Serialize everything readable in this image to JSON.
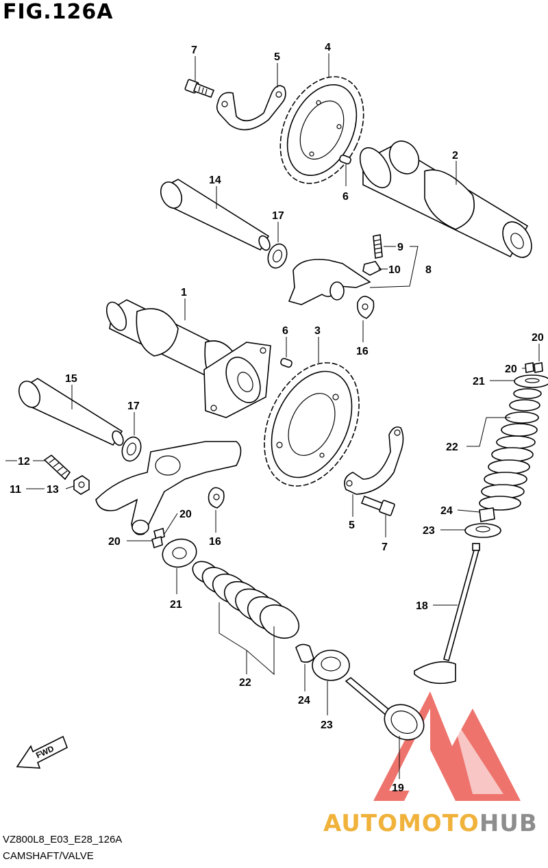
{
  "figure": {
    "title": "FIG.126A",
    "model_code": "VZ800L8_E03_E28_126A",
    "section_name": "CAMSHAFT/VALVE",
    "direction_label": "FWD"
  },
  "watermark": {
    "brand_part1": "AUTOMOTO",
    "brand_part2": "HUB",
    "color_primary": "#f0b23a",
    "color_secondary": "#8d8d8d",
    "logo_color": "#e8453c"
  },
  "callouts": [
    {
      "id": "c7a",
      "text": "7"
    },
    {
      "id": "c5a",
      "text": "5"
    },
    {
      "id": "c4",
      "text": "4"
    },
    {
      "id": "c2",
      "text": "2"
    },
    {
      "id": "c6a",
      "text": "6"
    },
    {
      "id": "c14",
      "text": "14"
    },
    {
      "id": "c17a",
      "text": "17"
    },
    {
      "id": "c9",
      "text": "9"
    },
    {
      "id": "c10",
      "text": "10"
    },
    {
      "id": "c8",
      "text": "8"
    },
    {
      "id": "c16a",
      "text": "16"
    },
    {
      "id": "c1",
      "text": "1"
    },
    {
      "id": "c6b",
      "text": "6"
    },
    {
      "id": "c3",
      "text": "3"
    },
    {
      "id": "c20a",
      "text": "20"
    },
    {
      "id": "c20b",
      "text": "20"
    },
    {
      "id": "c21a",
      "text": "21"
    },
    {
      "id": "c15",
      "text": "15"
    },
    {
      "id": "c17b",
      "text": "17"
    },
    {
      "id": "c12",
      "text": "12"
    },
    {
      "id": "c11",
      "text": "11"
    },
    {
      "id": "c13",
      "text": "13"
    },
    {
      "id": "c20c",
      "text": "20"
    },
    {
      "id": "c20d",
      "text": "20"
    },
    {
      "id": "c16b",
      "text": "16"
    },
    {
      "id": "c5b",
      "text": "5"
    },
    {
      "id": "c7b",
      "text": "7"
    },
    {
      "id": "c22a",
      "text": "22"
    },
    {
      "id": "c24a",
      "text": "24"
    },
    {
      "id": "c23a",
      "text": "23"
    },
    {
      "id": "c18",
      "text": "18"
    },
    {
      "id": "c21b",
      "text": "21"
    },
    {
      "id": "c22b",
      "text": "22"
    },
    {
      "id": "c24b",
      "text": "24"
    },
    {
      "id": "c23b",
      "text": "23"
    },
    {
      "id": "c19",
      "text": "19"
    }
  ]
}
